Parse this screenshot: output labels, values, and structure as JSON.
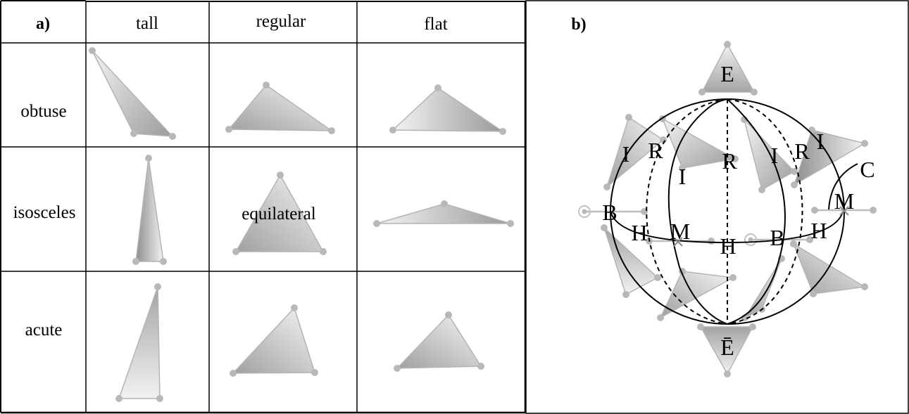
{
  "panel_a": {
    "label": "a)",
    "columns": [
      "tall",
      "regular",
      "flat"
    ],
    "rows": [
      "obtuse",
      "isosceles",
      "acute"
    ],
    "center_label": "equilateral"
  },
  "panel_b": {
    "label": "b)",
    "point_labels": {
      "E": "E",
      "E_bar": "Ē",
      "I": "I",
      "R": "R",
      "B": "B",
      "H": "H",
      "M": "M",
      "C": "C"
    }
  },
  "colors": {
    "triangle_light": "#f2f2f2",
    "triangle_dark": "#9a9a9a",
    "vertex": "#b8b8b8",
    "grid": "#000000"
  }
}
